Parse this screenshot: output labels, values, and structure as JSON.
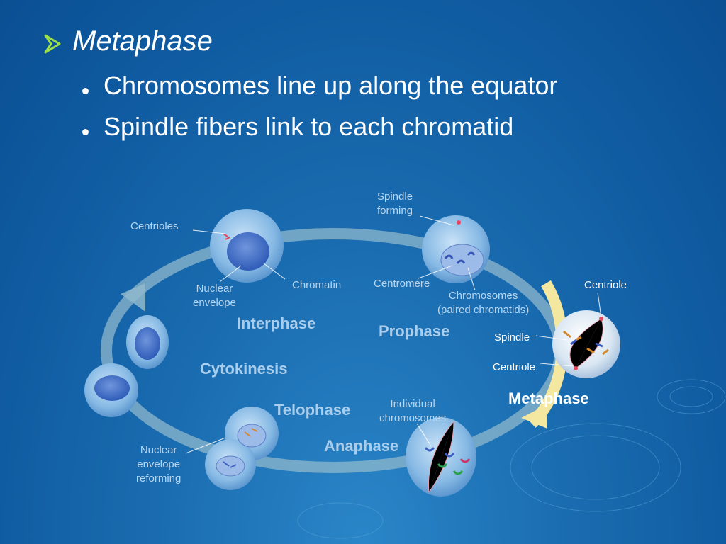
{
  "slide": {
    "heading": "Metaphase",
    "bullets": [
      "Chromosomes line up along the equator",
      "Spindle fibers link to each chromatid"
    ]
  },
  "diagram": {
    "phases": {
      "interphase": "Interphase",
      "prophase": "Prophase",
      "metaphase": "Metaphase",
      "anaphase": "Anaphase",
      "telophase": "Telophase",
      "cytokinesis": "Cytokinesis"
    },
    "labels": {
      "centrioles": "Centrioles",
      "nuclear_envelope_1": "Nuclear",
      "nuclear_envelope_2": "envelope",
      "chromatin": "Chromatin",
      "spindle_forming_1": "Spindle",
      "spindle_forming_2": "forming",
      "centromere": "Centromere",
      "chromosomes_1": "Chromosomes",
      "chromosomes_2": "(paired chromatids)",
      "centriole_top": "Centriole",
      "spindle": "Spindle",
      "centriole_bottom": "Centriole",
      "individual_1": "Individual",
      "individual_2": "chromosomes",
      "reforming_1": "Nuclear",
      "reforming_2": "envelope",
      "reforming_3": "reforming"
    }
  },
  "colors": {
    "background": "#1a6cb0",
    "cycle_ring": "#8fb8cc",
    "active_arrow": "#f4e7a0",
    "cell": "#7fb3e0",
    "nucleus": "#3d6fc4"
  }
}
